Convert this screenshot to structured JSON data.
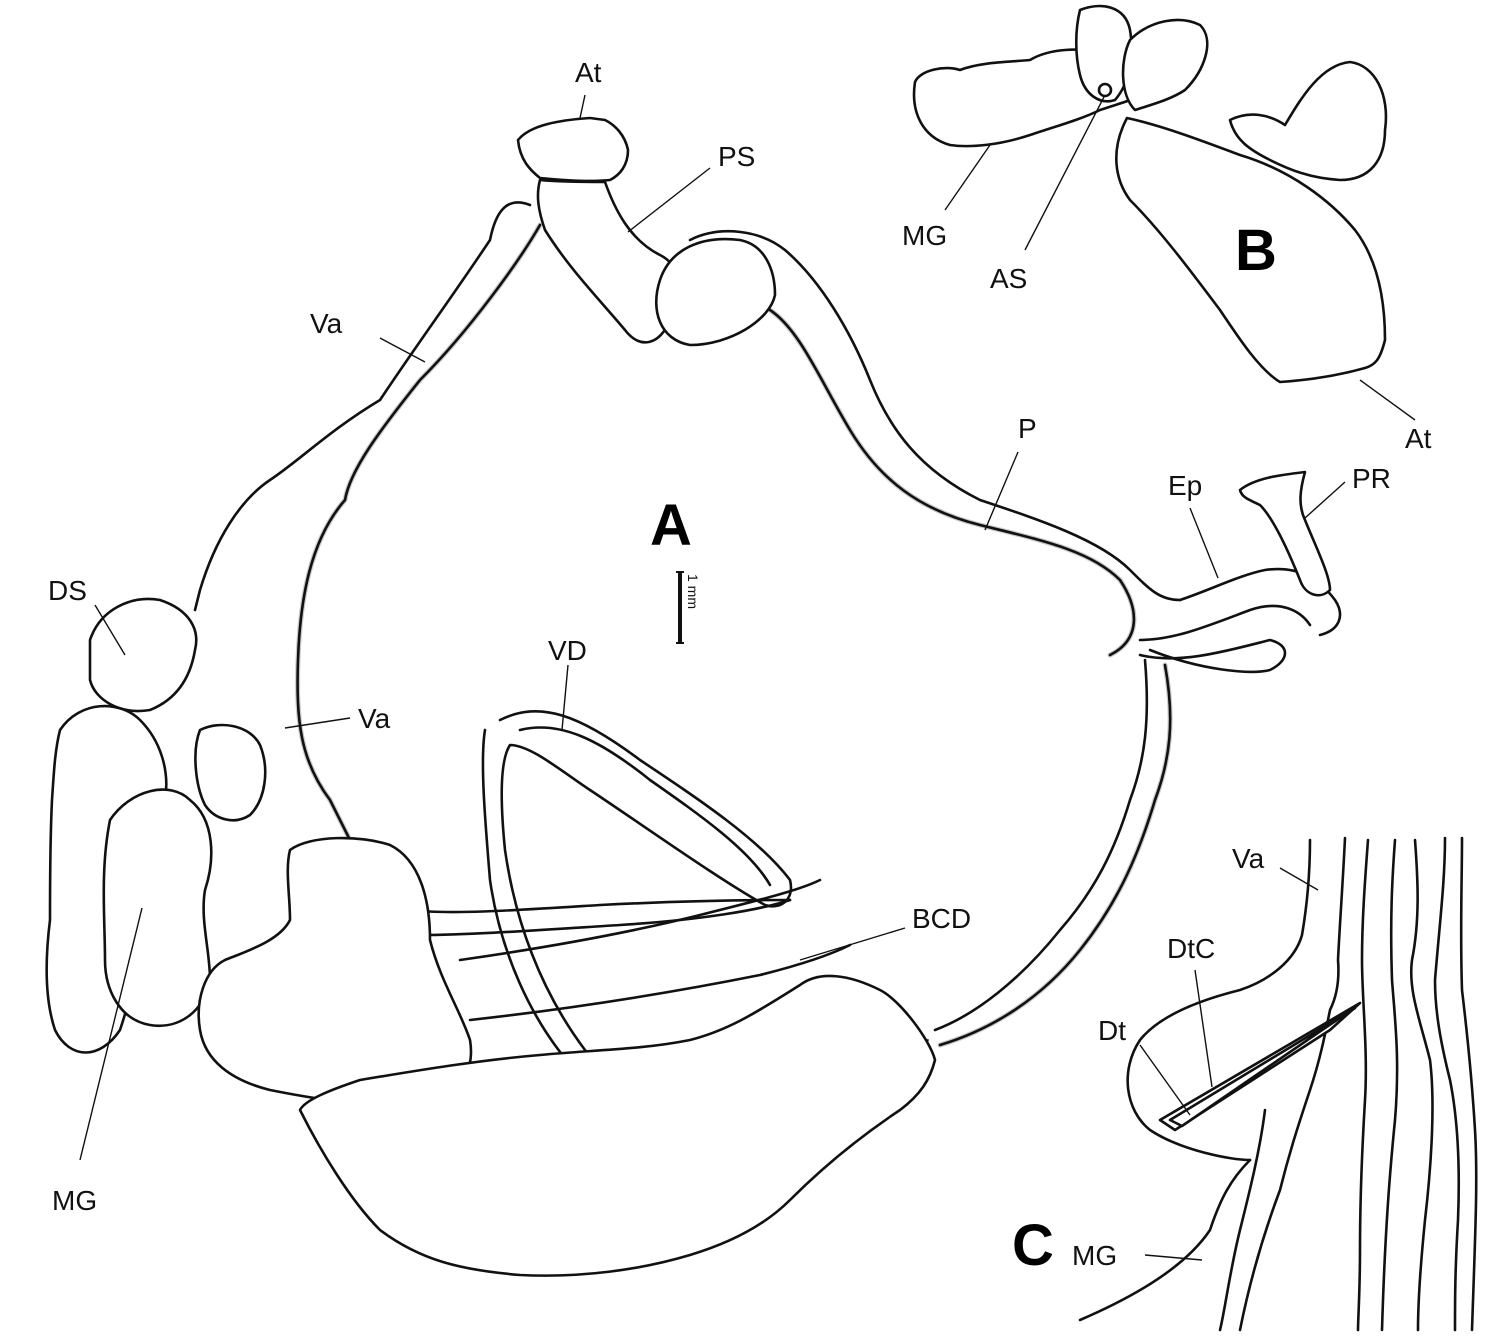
{
  "figure": {
    "panels": [
      {
        "id": "A",
        "label": "A"
      },
      {
        "id": "B",
        "label": "B"
      },
      {
        "id": "C",
        "label": "C"
      }
    ],
    "scale_bar": {
      "label": "1 mm"
    },
    "labels": {
      "A": {
        "At": "At",
        "PS": "PS",
        "Va_upper": "Va",
        "Va_lower": "Va",
        "P": "P",
        "Ep": "Ep",
        "PR": "PR",
        "DS": "DS",
        "VD": "VD",
        "BCD": "BCD",
        "MG": "MG"
      },
      "B": {
        "MG": "MG",
        "AS": "AS",
        "At": "At"
      },
      "C": {
        "Va": "Va",
        "DtC": "DtC",
        "Dt": "Dt",
        "MG": "MG"
      }
    }
  }
}
